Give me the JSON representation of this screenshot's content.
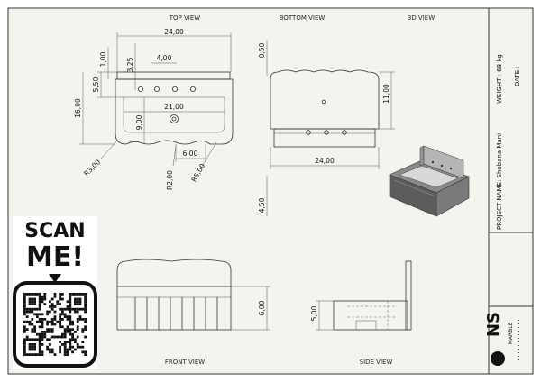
{
  "views": {
    "top": "TOP VIEW",
    "bottom": "BOTTOM VIEW",
    "three_d": "3D VIEW",
    "front": "FRONT VIEW",
    "side": "SIDE VIEW"
  },
  "dimensions": {
    "top_width": "24,00",
    "top_3_25": "3,25",
    "top_1_00": "1,00",
    "top_4_00": "4,00",
    "top_5_50": "5,50",
    "top_16_00": "16,00",
    "top_21_00": "21,00",
    "top_9_00": "9,00",
    "top_6_00": "6,00",
    "top_r3": "R3,00",
    "top_r2": "R2,00",
    "top_r5": "R5,00",
    "bottom_0_50": "0,50",
    "bottom_11_00": "11,00",
    "bottom_24_00": "24,00",
    "bottom_4_50": "4,50",
    "front_6_00": "6,00",
    "side_5_00": "5,00"
  },
  "title_block": {
    "project": "PROJECT NAME: Shobana Mani",
    "weight": "WEIGHT : 68 kg",
    "date": "DATE :"
  },
  "scan": {
    "line1": "SCAN",
    "line2": "ME!"
  },
  "logo": {
    "mark": "NS",
    "name": "MARBLE"
  }
}
